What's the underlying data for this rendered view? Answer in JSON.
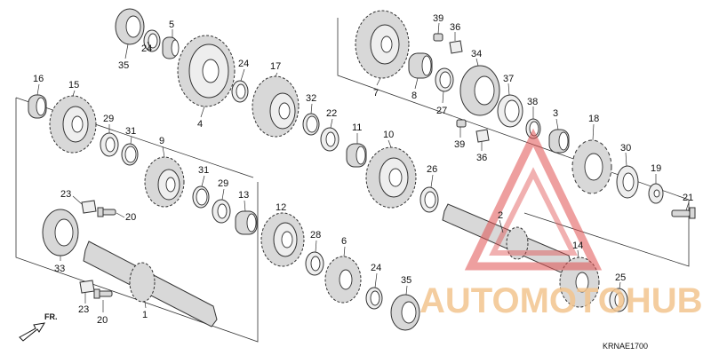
{
  "diagram": {
    "code": "KRNAE1700",
    "direction_label": "FR.",
    "watermark": "AUTOMOTOHUB",
    "colors": {
      "line": "#333333",
      "part_fill": "#d8d8d8",
      "watermark": "#e05050",
      "watermark_text": "#f2c48e"
    },
    "callouts": [
      {
        "id": "c35a",
        "label": "35"
      },
      {
        "id": "c24a",
        "label": "24"
      },
      {
        "id": "c5",
        "label": "5"
      },
      {
        "id": "c4",
        "label": "4"
      },
      {
        "id": "c24b",
        "label": "24"
      },
      {
        "id": "c17",
        "label": "17"
      },
      {
        "id": "c32",
        "label": "32"
      },
      {
        "id": "c22",
        "label": "22"
      },
      {
        "id": "c11",
        "label": "11"
      },
      {
        "id": "c16",
        "label": "16"
      },
      {
        "id": "c15",
        "label": "15"
      },
      {
        "id": "c29a",
        "label": "29"
      },
      {
        "id": "c31a",
        "label": "31"
      },
      {
        "id": "c9",
        "label": "9"
      },
      {
        "id": "c31b",
        "label": "31"
      },
      {
        "id": "c29b",
        "label": "29"
      },
      {
        "id": "c13",
        "label": "13"
      },
      {
        "id": "c10",
        "label": "10"
      },
      {
        "id": "c26",
        "label": "26"
      },
      {
        "id": "c23a",
        "label": "23"
      },
      {
        "id": "c20a",
        "label": "20"
      },
      {
        "id": "c33",
        "label": "33"
      },
      {
        "id": "c12",
        "label": "12"
      },
      {
        "id": "c28",
        "label": "28"
      },
      {
        "id": "c6",
        "label": "6"
      },
      {
        "id": "c24c",
        "label": "24"
      },
      {
        "id": "c35b",
        "label": "35"
      },
      {
        "id": "c23b",
        "label": "23"
      },
      {
        "id": "c20b",
        "label": "20"
      },
      {
        "id": "c1",
        "label": "1"
      },
      {
        "id": "c7",
        "label": "7"
      },
      {
        "id": "c39a",
        "label": "39"
      },
      {
        "id": "c36a",
        "label": "36"
      },
      {
        "id": "c8",
        "label": "8"
      },
      {
        "id": "c34",
        "label": "34"
      },
      {
        "id": "c27",
        "label": "27"
      },
      {
        "id": "c37",
        "label": "37"
      },
      {
        "id": "c39b",
        "label": "39"
      },
      {
        "id": "c36b",
        "label": "36"
      },
      {
        "id": "c38",
        "label": "38"
      },
      {
        "id": "c3",
        "label": "3"
      },
      {
        "id": "c18",
        "label": "18"
      },
      {
        "id": "c30",
        "label": "30"
      },
      {
        "id": "c19",
        "label": "19"
      },
      {
        "id": "c21",
        "label": "21"
      },
      {
        "id": "c2",
        "label": "2"
      },
      {
        "id": "c14",
        "label": "14"
      },
      {
        "id": "c25",
        "label": "25"
      }
    ]
  }
}
